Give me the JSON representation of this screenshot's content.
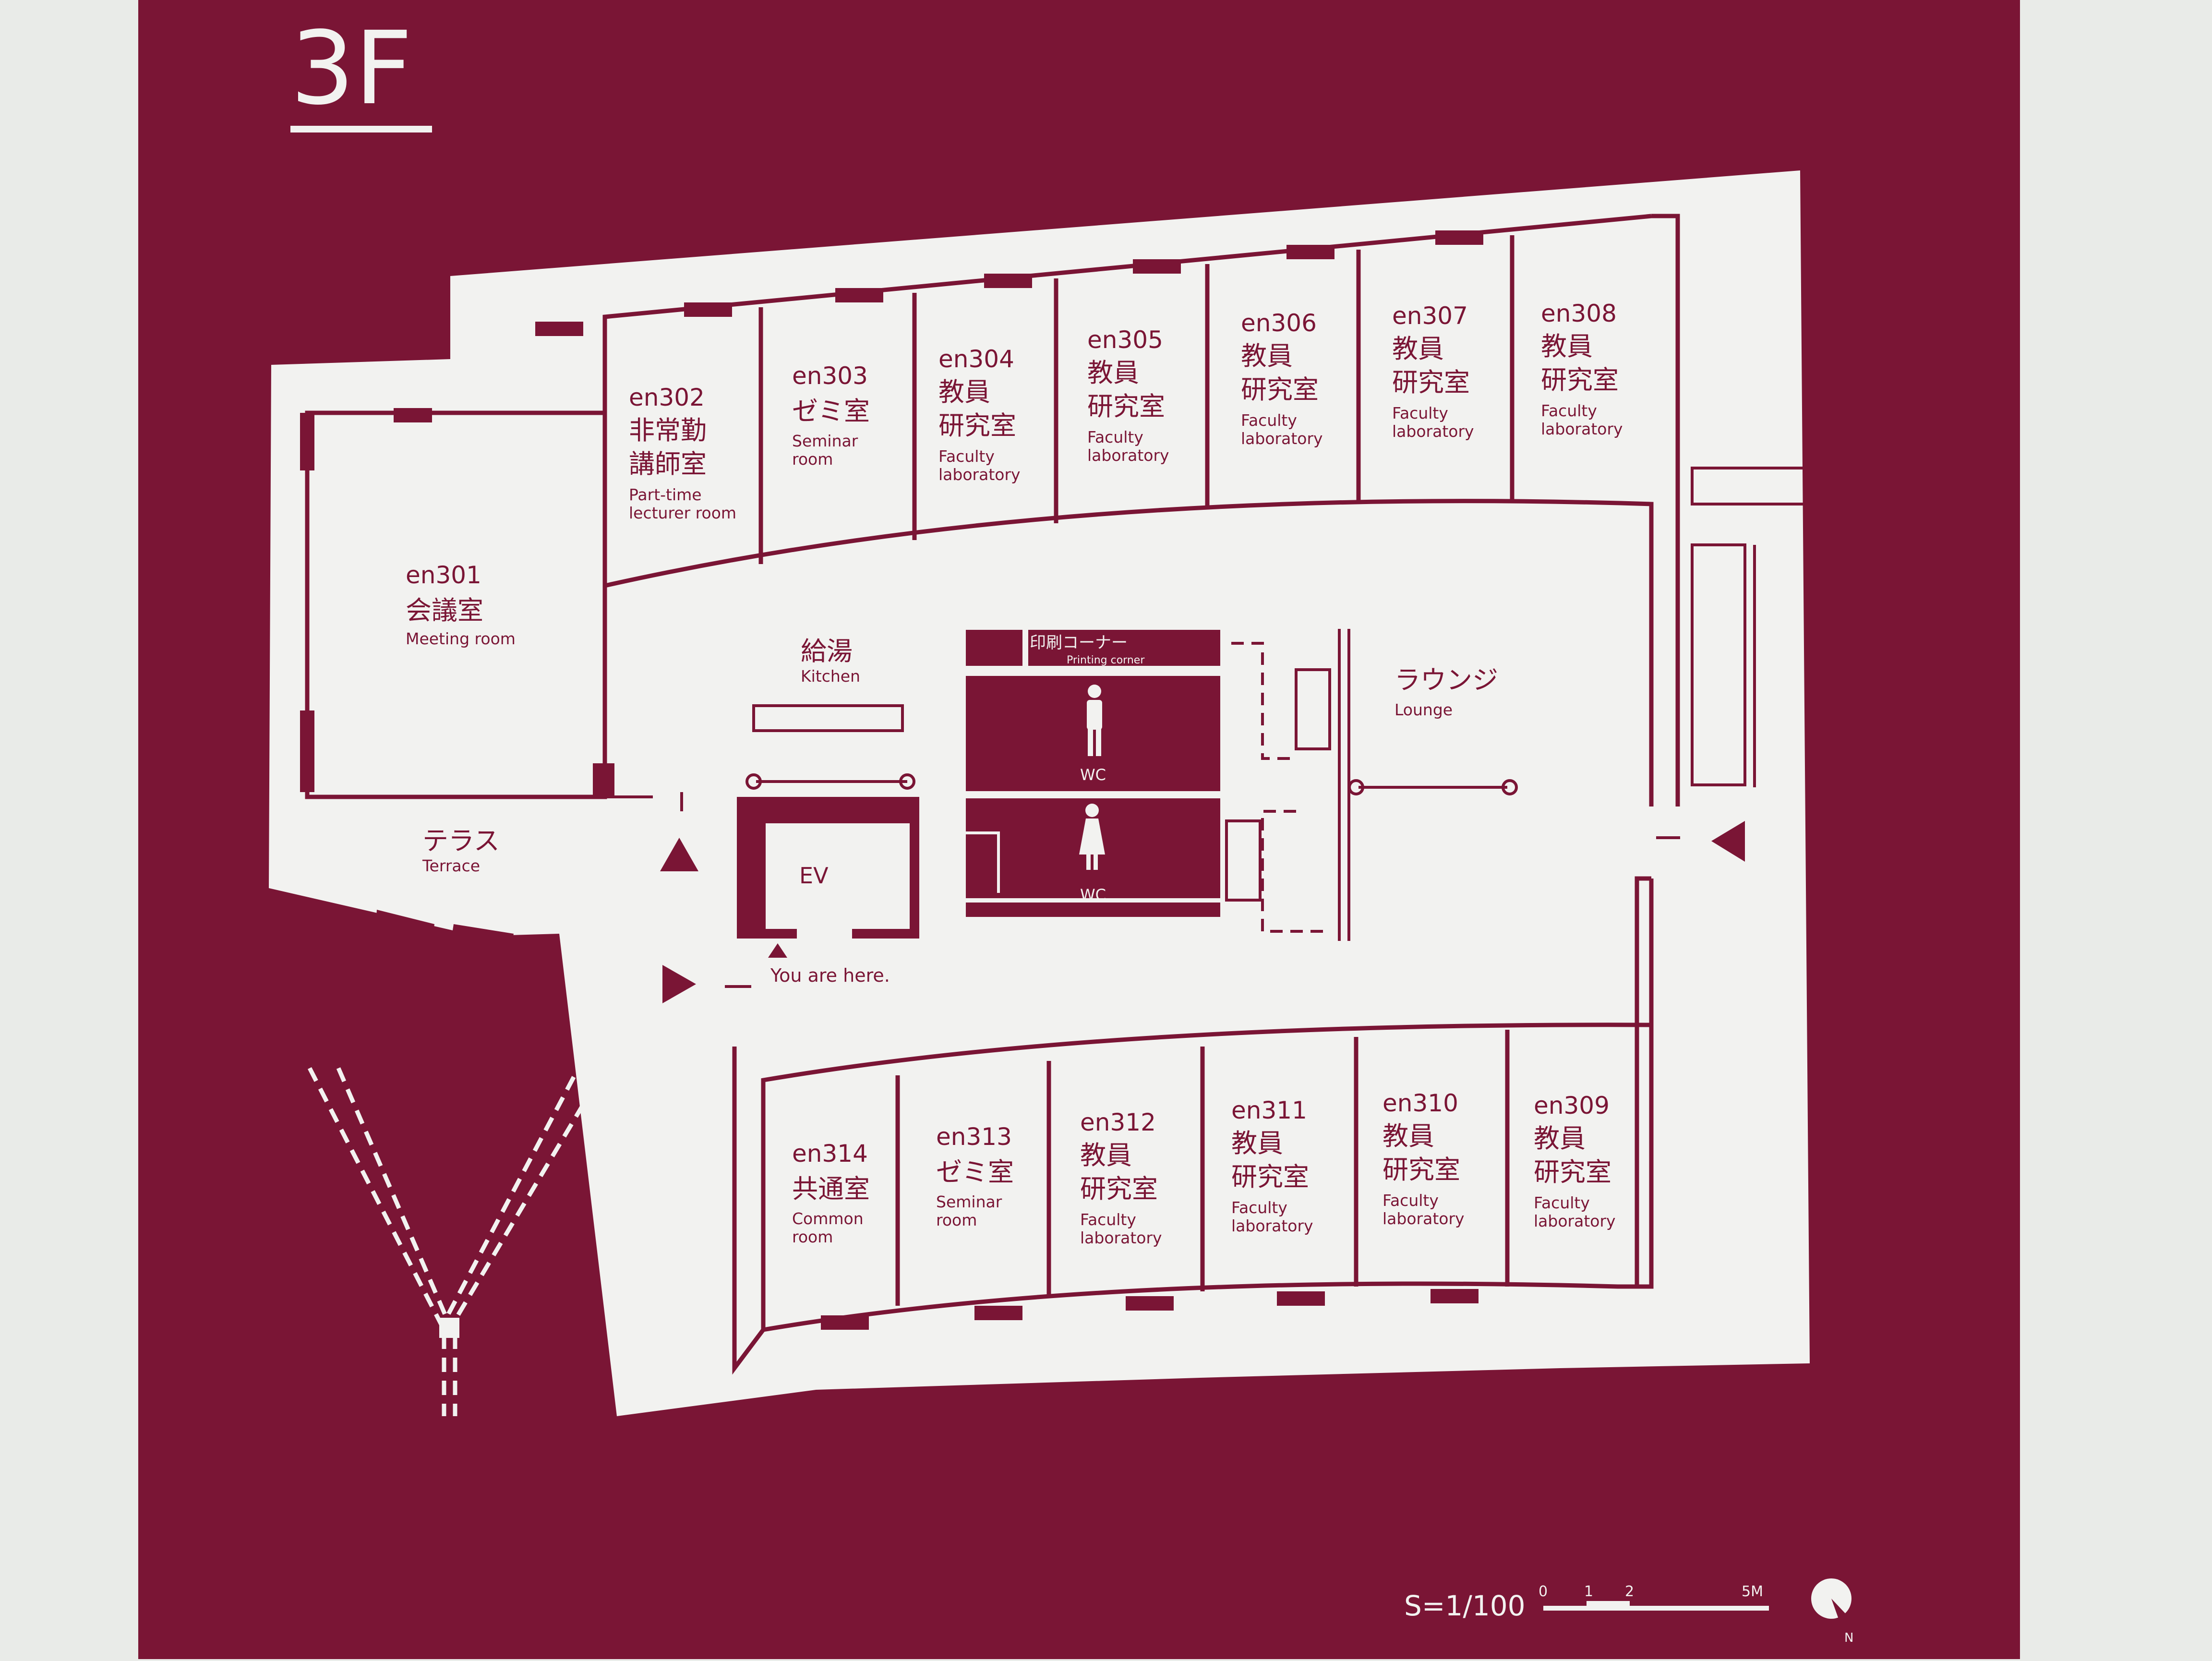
{
  "floor": "3F",
  "colors": {
    "board": "#7a1535",
    "plan": "#f2f2f0",
    "wall": "#e9ebe8"
  },
  "north_symbol": "N",
  "rooms_top": [
    {
      "id": "en302",
      "jp": [
        "非常勤",
        "講師室"
      ],
      "en": [
        "Part-time",
        "lecturer room"
      ]
    },
    {
      "id": "en303",
      "jp": [
        "ゼミ室"
      ],
      "en": [
        "Seminar",
        "room"
      ]
    },
    {
      "id": "en304",
      "jp": [
        "教員",
        "研究室"
      ],
      "en": [
        "Faculty",
        "laboratory"
      ]
    },
    {
      "id": "en305",
      "jp": [
        "教員",
        "研究室"
      ],
      "en": [
        "Faculty",
        "laboratory"
      ]
    },
    {
      "id": "en306",
      "jp": [
        "教員",
        "研究室"
      ],
      "en": [
        "Faculty",
        "laboratory"
      ]
    },
    {
      "id": "en307",
      "jp": [
        "教員",
        "研究室"
      ],
      "en": [
        "Faculty",
        "laboratory"
      ]
    },
    {
      "id": "en308",
      "jp": [
        "教員",
        "研究室"
      ],
      "en": [
        "Faculty",
        "laboratory"
      ]
    }
  ],
  "rooms_bottom": [
    {
      "id": "en314",
      "jp": [
        "共通室"
      ],
      "en": [
        "Common",
        "room"
      ]
    },
    {
      "id": "en313",
      "jp": [
        "ゼミ室"
      ],
      "en": [
        "Seminar",
        "room"
      ]
    },
    {
      "id": "en312",
      "jp": [
        "教員",
        "研究室"
      ],
      "en": [
        "Faculty",
        "laboratory"
      ]
    },
    {
      "id": "en311",
      "jp": [
        "教員",
        "研究室"
      ],
      "en": [
        "Faculty",
        "laboratory"
      ]
    },
    {
      "id": "en310",
      "jp": [
        "教員",
        "研究室"
      ],
      "en": [
        "Faculty",
        "laboratory"
      ]
    },
    {
      "id": "en309",
      "jp": [
        "教員",
        "研究室"
      ],
      "en": [
        "Faculty",
        "laboratory"
      ]
    }
  ],
  "meeting": {
    "id": "en301",
    "jp": "会議室",
    "en": "Meeting room"
  },
  "kitchen": {
    "jp": "給湯",
    "en": "Kitchen"
  },
  "printing": {
    "jp": "印刷コーナー",
    "en": "Printing corner"
  },
  "lounge": {
    "jp": "ラウンジ",
    "en": "Lounge"
  },
  "terrace": {
    "jp": "テラス",
    "en": "Terrace"
  },
  "wc_label": "WC",
  "ev_label": "EV",
  "you_are_here": "You are here.",
  "scale": {
    "text": "S=1/100",
    "ticks": [
      "0",
      "1",
      "2"
    ],
    "unit": "5M"
  }
}
